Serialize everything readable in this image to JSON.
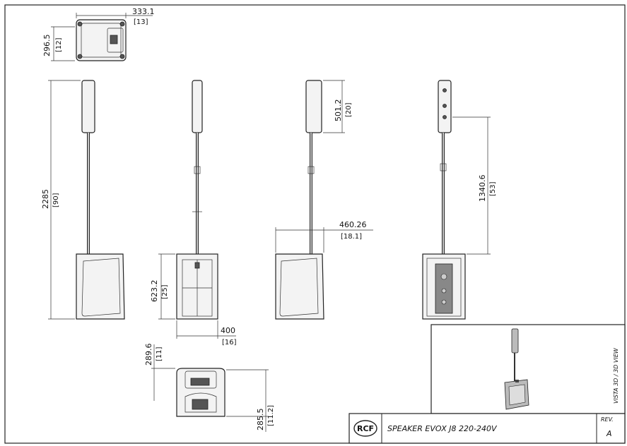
{
  "dimensions": {
    "top_width_mm": "333.1",
    "top_width_in": "[13]",
    "top_depth_mm": "296.5",
    "top_depth_in": "[12]",
    "total_height_mm": "2285",
    "total_height_in": "[90]",
    "sub_height_mm": "623.2",
    "sub_height_in": "[25]",
    "sub_width_mm": "400",
    "sub_width_in": "[16]",
    "column_height_mm": "501.2",
    "column_height_in": "[20]",
    "side_depth_mm": "460.26",
    "side_depth_in": "[18.1]",
    "pole_height_mm": "1340.6",
    "pole_height_in": "[53]",
    "bottom_depth_top_mm": "289.6",
    "bottom_depth_top_in": "[11]",
    "bottom_depth_mm": "285.5",
    "bottom_depth_in": "[11.2]"
  },
  "title_block": {
    "logo": "RCF",
    "title": "SPEAKER EVOX J8 220-240V",
    "rev_label": "REV.",
    "rev_value": "A",
    "view_label": "VISTA 3D / 3D VIEW"
  }
}
